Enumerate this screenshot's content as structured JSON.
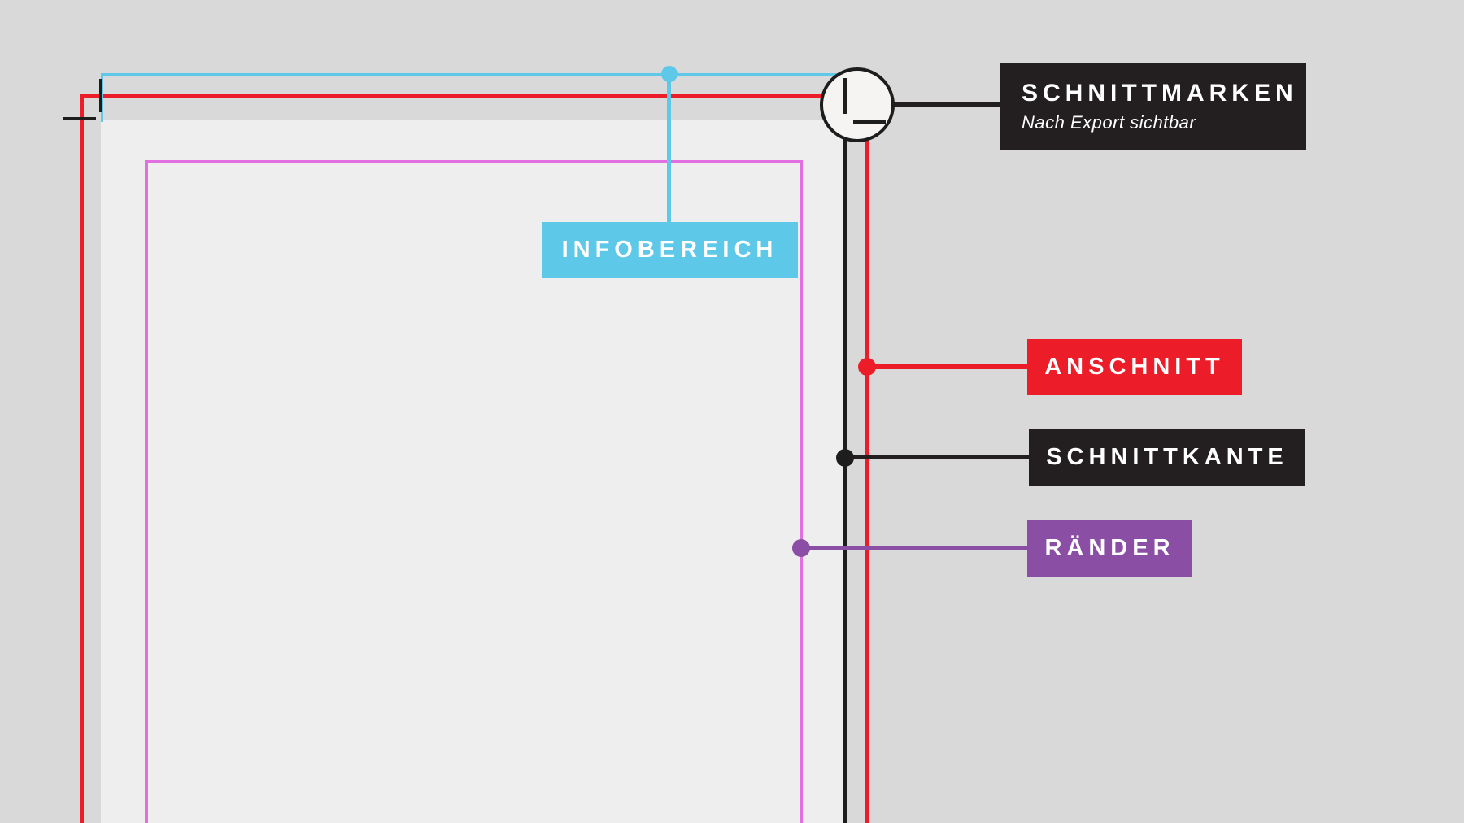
{
  "diagram": {
    "callouts": {
      "schnittmarken": {
        "title": "SCHNITTMARKEN",
        "subtitle": "Nach Export sichtbar"
      },
      "infobereich": {
        "label": "INFOBEREICH"
      },
      "anschnitt": {
        "label": "ANSCHNITT"
      },
      "schnittkante": {
        "label": "SCHNITTKANTE"
      },
      "raender": {
        "label": "RÄNDER"
      }
    },
    "colors": {
      "background": "#d9d9d9",
      "page": "#efeeee",
      "bleed_red": "#ed1c29",
      "trim_black": "#1d1d1d",
      "margin_magenta": "#e26fe0",
      "slug_cyan": "#5ec8e8",
      "label_black": "#231f20",
      "label_purple": "#8a4fa5"
    }
  }
}
